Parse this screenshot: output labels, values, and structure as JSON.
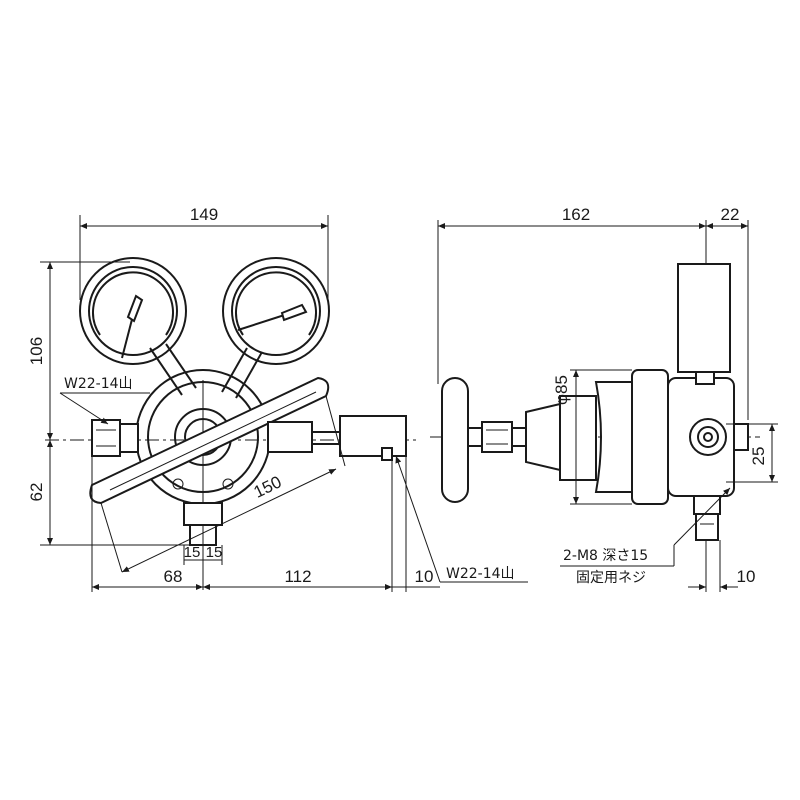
{
  "front_view": {
    "dim_width": "149",
    "dim_height_upper": "106",
    "dim_height_lower": "62",
    "dim_diagonal": "150",
    "dim_inlet_offset": "68",
    "dim_outlet_offset": "112",
    "dim_outlet_tip": "10",
    "dim_bottom_left": "15",
    "dim_bottom_right": "15",
    "inlet_thread": "W22-14山",
    "outlet_thread": "W22-14山"
  },
  "side_view": {
    "dim_length": "162",
    "dim_gauge": "22",
    "dim_diameter": "φ85",
    "dim_port": "25",
    "dim_bottom": "10",
    "mount_note_line1": "2-M8 深さ15",
    "mount_note_line2": "固定用ネジ"
  }
}
